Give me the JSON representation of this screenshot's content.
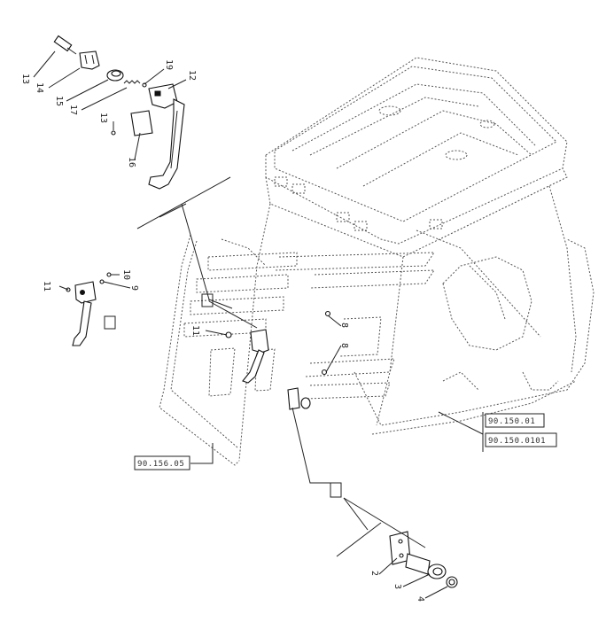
{
  "callouts": {
    "c2": "2",
    "c3": "3",
    "c4": "4",
    "c8a": "8",
    "c8b": "8",
    "c9": "9",
    "c10": "10",
    "c11a": "11",
    "c11b": "11",
    "c12": "12",
    "c13a": "13",
    "c13b": "13",
    "c14": "14",
    "c15": "15",
    "c16": "16",
    "c17": "17",
    "c19": "19"
  },
  "boxes": {
    "box_a": "",
    "box_b": "",
    "box_c": ""
  },
  "references": {
    "ref_left": "90.156.05",
    "ref_right_top": "90.150.01",
    "ref_right_bottom": "90.150.0101"
  }
}
